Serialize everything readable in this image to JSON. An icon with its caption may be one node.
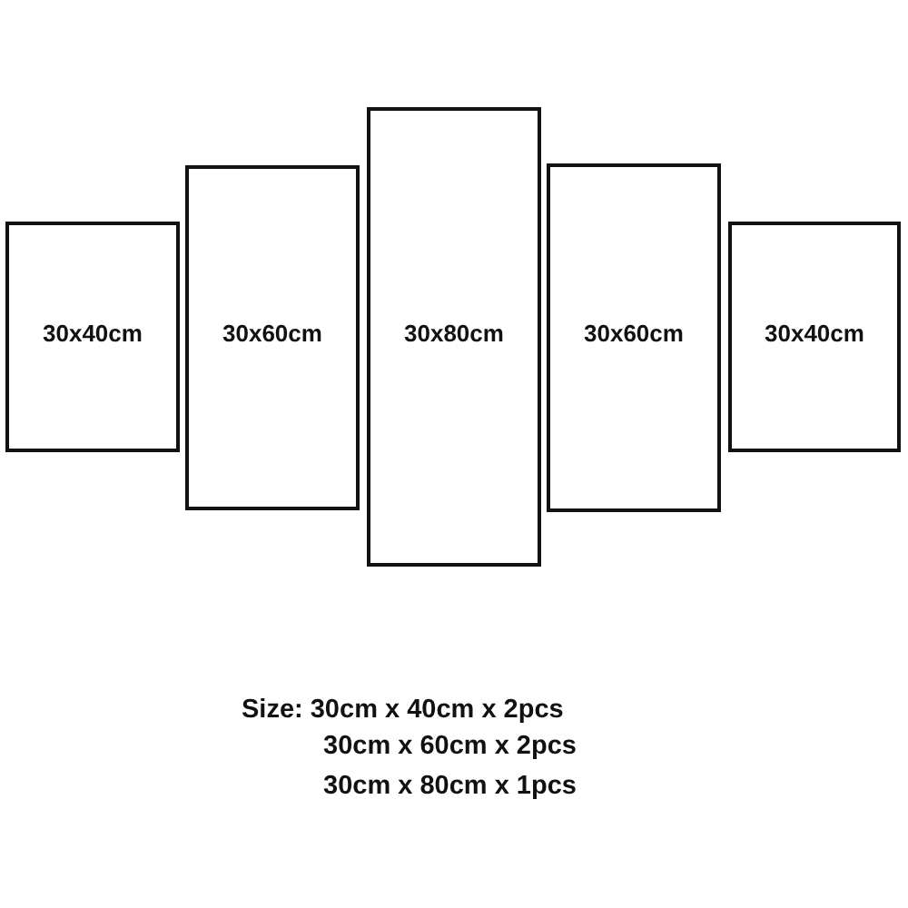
{
  "diagram": {
    "nodes": [
      {
        "text": [
          "30x40cm"
        ]
      },
      {
        "text": [
          "30x60cm"
        ]
      },
      {
        "text": [
          "30x80cm"
        ]
      },
      {
        "text": [
          "30x60cm"
        ]
      },
      {
        "text": [
          "30x40cm"
        ]
      }
    ],
    "edges": [],
    "labels": [
      "Size: 30cm x 40cm x 2pcs",
      "30cm x 60cm x 2pcs",
      "30cm x 80cm x 1pcs"
    ]
  }
}
